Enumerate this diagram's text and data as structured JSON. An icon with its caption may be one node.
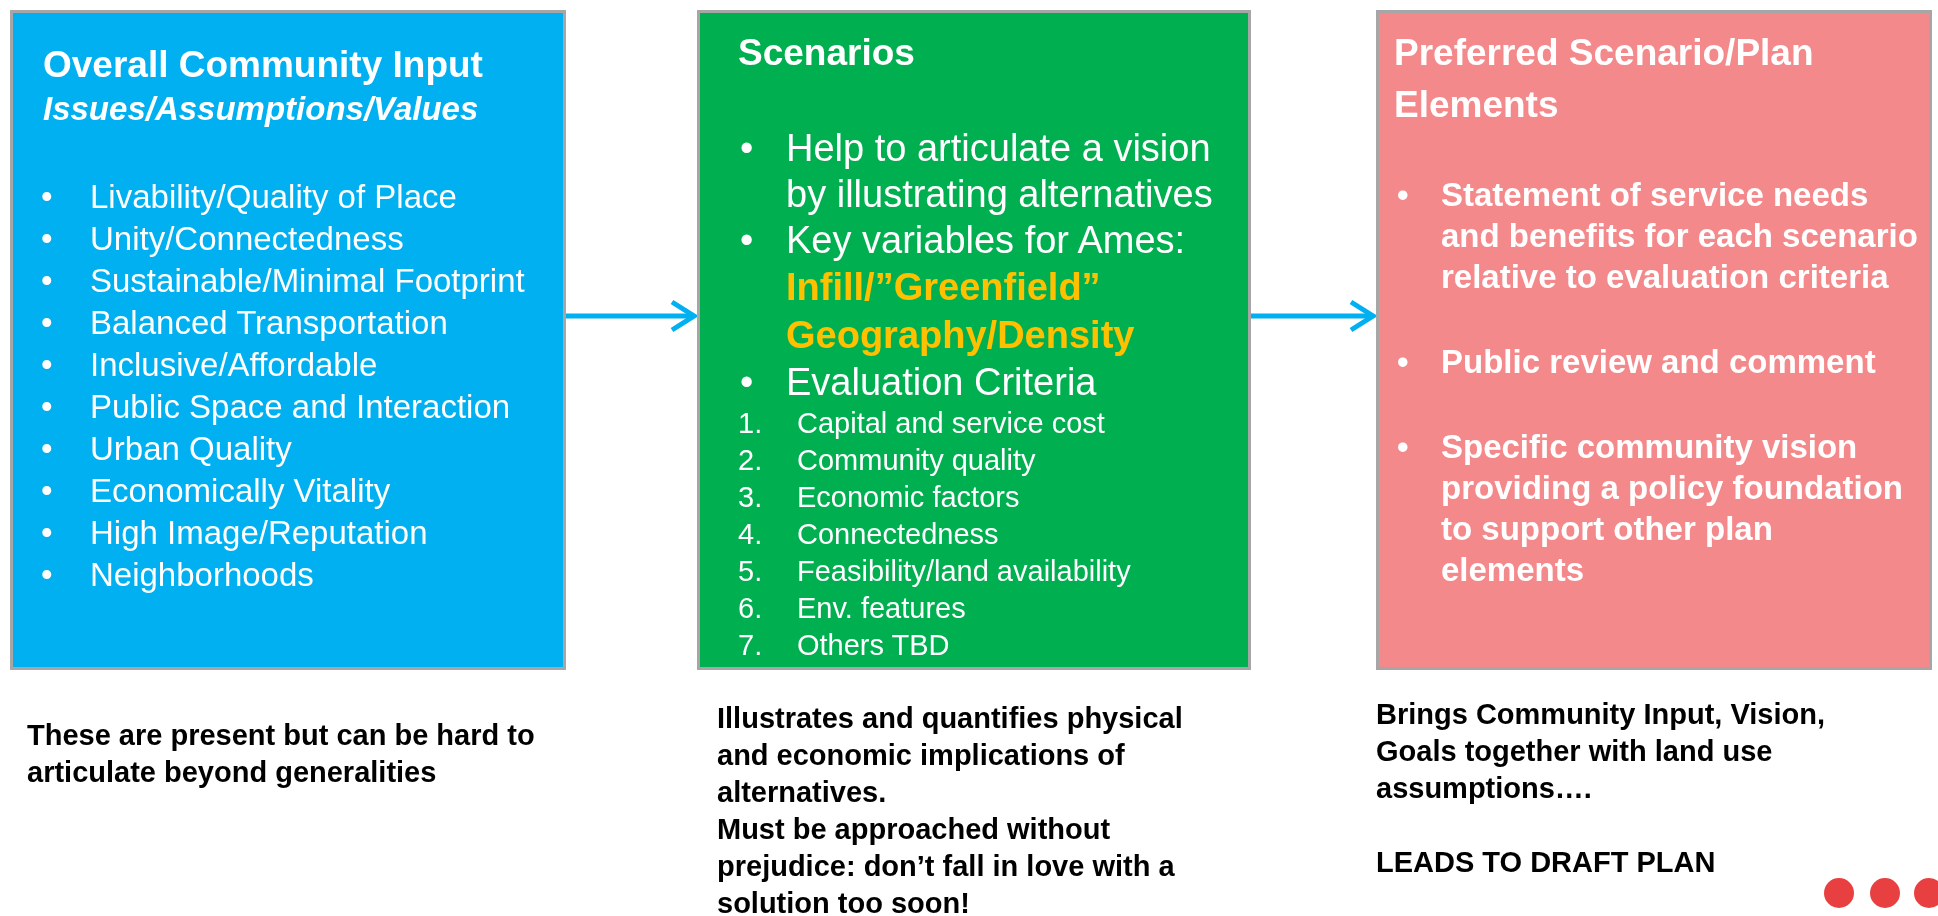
{
  "diagram": {
    "nodes": [
      {
        "text": [
          "Overall Community Input",
          "Issues/Assumptions/Values",
          "•",
          "Livability/Quality of Place",
          "•",
          "Unity/Connectedness",
          "•",
          "Sustainable/Minimal Footprint",
          "•",
          "Balanced Transportation",
          "•",
          "Inclusive/Affordable",
          "•",
          "Public Space and Interaction",
          "•",
          "Urban Quality",
          "•",
          "Economically Vitality",
          "•",
          "High Image/Reputation",
          "•",
          "Neighborhoods"
        ],
        "beside": [
          "These are present but can be hard to articulate beyond generalities"
        ]
      },
      {
        "text": [
          "Scenarios",
          "•",
          "Help to articulate a vision by illustrating alternatives",
          "•",
          "Key variables for Ames:",
          "Infill/”Greenfield”",
          "Geography/Density",
          "•",
          "Evaluation Criteria",
          "1.",
          "Capital and service cost",
          "2.",
          "Community quality",
          "3.",
          "Economic factors",
          "4.",
          "Connectedness",
          "5.",
          "Feasibility/land availability",
          "6.",
          "Env. features",
          "7.",
          "Others TBD"
        ],
        "beside": [
          "Illustrates and quantifies physical and economic implications of alternatives.",
          "Must be approached without prejudice: don’t fall in love with a solution too soon!"
        ]
      },
      {
        "text": [
          "Preferred Scenario/Plan Elements",
          "•",
          "Statement of service needs and benefits for each scenario relative to evaluation criteria",
          "•",
          "Public review and comment",
          "•",
          "Specific community vision providing a policy foundation to support other plan elements"
        ],
        "beside": [
          "Brings Community Input, Vision, Goals together with land use assumptions….",
          "LEADS TO DRAFT PLAN"
        ]
      }
    ],
    "edges": [
      {
        "from": 0,
        "to": 1,
        "arrow": "to"
      },
      {
        "from": 1,
        "to": 2,
        "arrow": "to"
      }
    ]
  }
}
